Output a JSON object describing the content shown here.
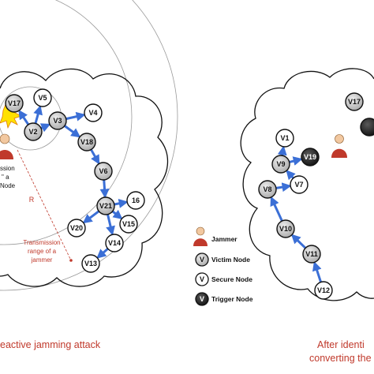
{
  "colors": {
    "victim_fill": "#c9c9c9",
    "secure_fill": "#ffffff",
    "trigger_fill": "#2a2a2a",
    "edge": "#3b6fd6",
    "red_text": "#c0392b",
    "cloud_stroke": "#111111",
    "range_circle": "#9a9a9a",
    "jammer_body": "#c0392b"
  },
  "left_panel": {
    "nodes": [
      {
        "id": "V17",
        "label": "V17",
        "type": "victim"
      },
      {
        "id": "V5",
        "label": "V5",
        "type": "secure"
      },
      {
        "id": "V2",
        "label": "V2",
        "type": "victim"
      },
      {
        "id": "V3",
        "label": "V3",
        "type": "victim"
      },
      {
        "id": "V4",
        "label": "V4",
        "type": "secure"
      },
      {
        "id": "V18",
        "label": "V18",
        "type": "victim"
      },
      {
        "id": "V6",
        "label": "V6",
        "type": "victim"
      },
      {
        "id": "V21",
        "label": "V21",
        "type": "victim"
      },
      {
        "id": "16",
        "label": "16",
        "type": "secure"
      },
      {
        "id": "V20",
        "label": "V20",
        "type": "secure"
      },
      {
        "id": "V15",
        "label": "V15",
        "type": "secure"
      },
      {
        "id": "V14",
        "label": "V14",
        "type": "secure"
      },
      {
        "id": "V13",
        "label": "V13",
        "type": "secure"
      }
    ],
    "edges": [
      [
        "V2",
        "V17"
      ],
      [
        "V2",
        "V5"
      ],
      [
        "V2",
        "V3"
      ],
      [
        "V3",
        "V4"
      ],
      [
        "V3",
        "V18"
      ],
      [
        "V18",
        "V6"
      ],
      [
        "V6",
        "V21"
      ],
      [
        "V21",
        "16"
      ],
      [
        "V21",
        "V20"
      ],
      [
        "V21",
        "V15"
      ],
      [
        "V21",
        "V14"
      ],
      [
        "V14",
        "V13"
      ]
    ],
    "side_text": [
      "ssion",
      "\" a",
      "Node"
    ],
    "r_label": "R",
    "range_label": [
      "Transmission",
      "range of a",
      "jammer"
    ],
    "caption": "eactive jamming attack"
  },
  "right_panel": {
    "nodes": [
      {
        "id": "V17",
        "label": "V17",
        "type": "victim"
      },
      {
        "id": "TOPT",
        "label": "",
        "type": "trigger"
      },
      {
        "id": "V1",
        "label": "V1",
        "type": "secure"
      },
      {
        "id": "V9",
        "label": "V9",
        "type": "victim"
      },
      {
        "id": "V19",
        "label": "V19",
        "type": "trigger"
      },
      {
        "id": "V7",
        "label": "V7",
        "type": "secure"
      },
      {
        "id": "V8",
        "label": "V8",
        "type": "victim"
      },
      {
        "id": "V10",
        "label": "V10",
        "type": "victim"
      },
      {
        "id": "V11",
        "label": "V11",
        "type": "victim"
      },
      {
        "id": "V12",
        "label": "V12",
        "type": "secure"
      }
    ],
    "edges": [
      [
        "V9",
        "V1"
      ],
      [
        "V9",
        "V19"
      ],
      [
        "V7",
        "V9"
      ],
      [
        "V8",
        "V7"
      ],
      [
        "V10",
        "V8"
      ],
      [
        "V11",
        "V10"
      ],
      [
        "V12",
        "V11"
      ]
    ],
    "caption_lines": [
      "After identi",
      "converting the"
    ]
  },
  "legend": {
    "items": [
      {
        "symbol": "jammer",
        "glyph": "",
        "label": "Jammer"
      },
      {
        "symbol": "victim",
        "glyph": "V",
        "label": "Victim Node"
      },
      {
        "symbol": "secure",
        "glyph": "V",
        "label": "Secure Node"
      },
      {
        "symbol": "trigger",
        "glyph": "V",
        "label": "Trigger Node"
      }
    ]
  }
}
